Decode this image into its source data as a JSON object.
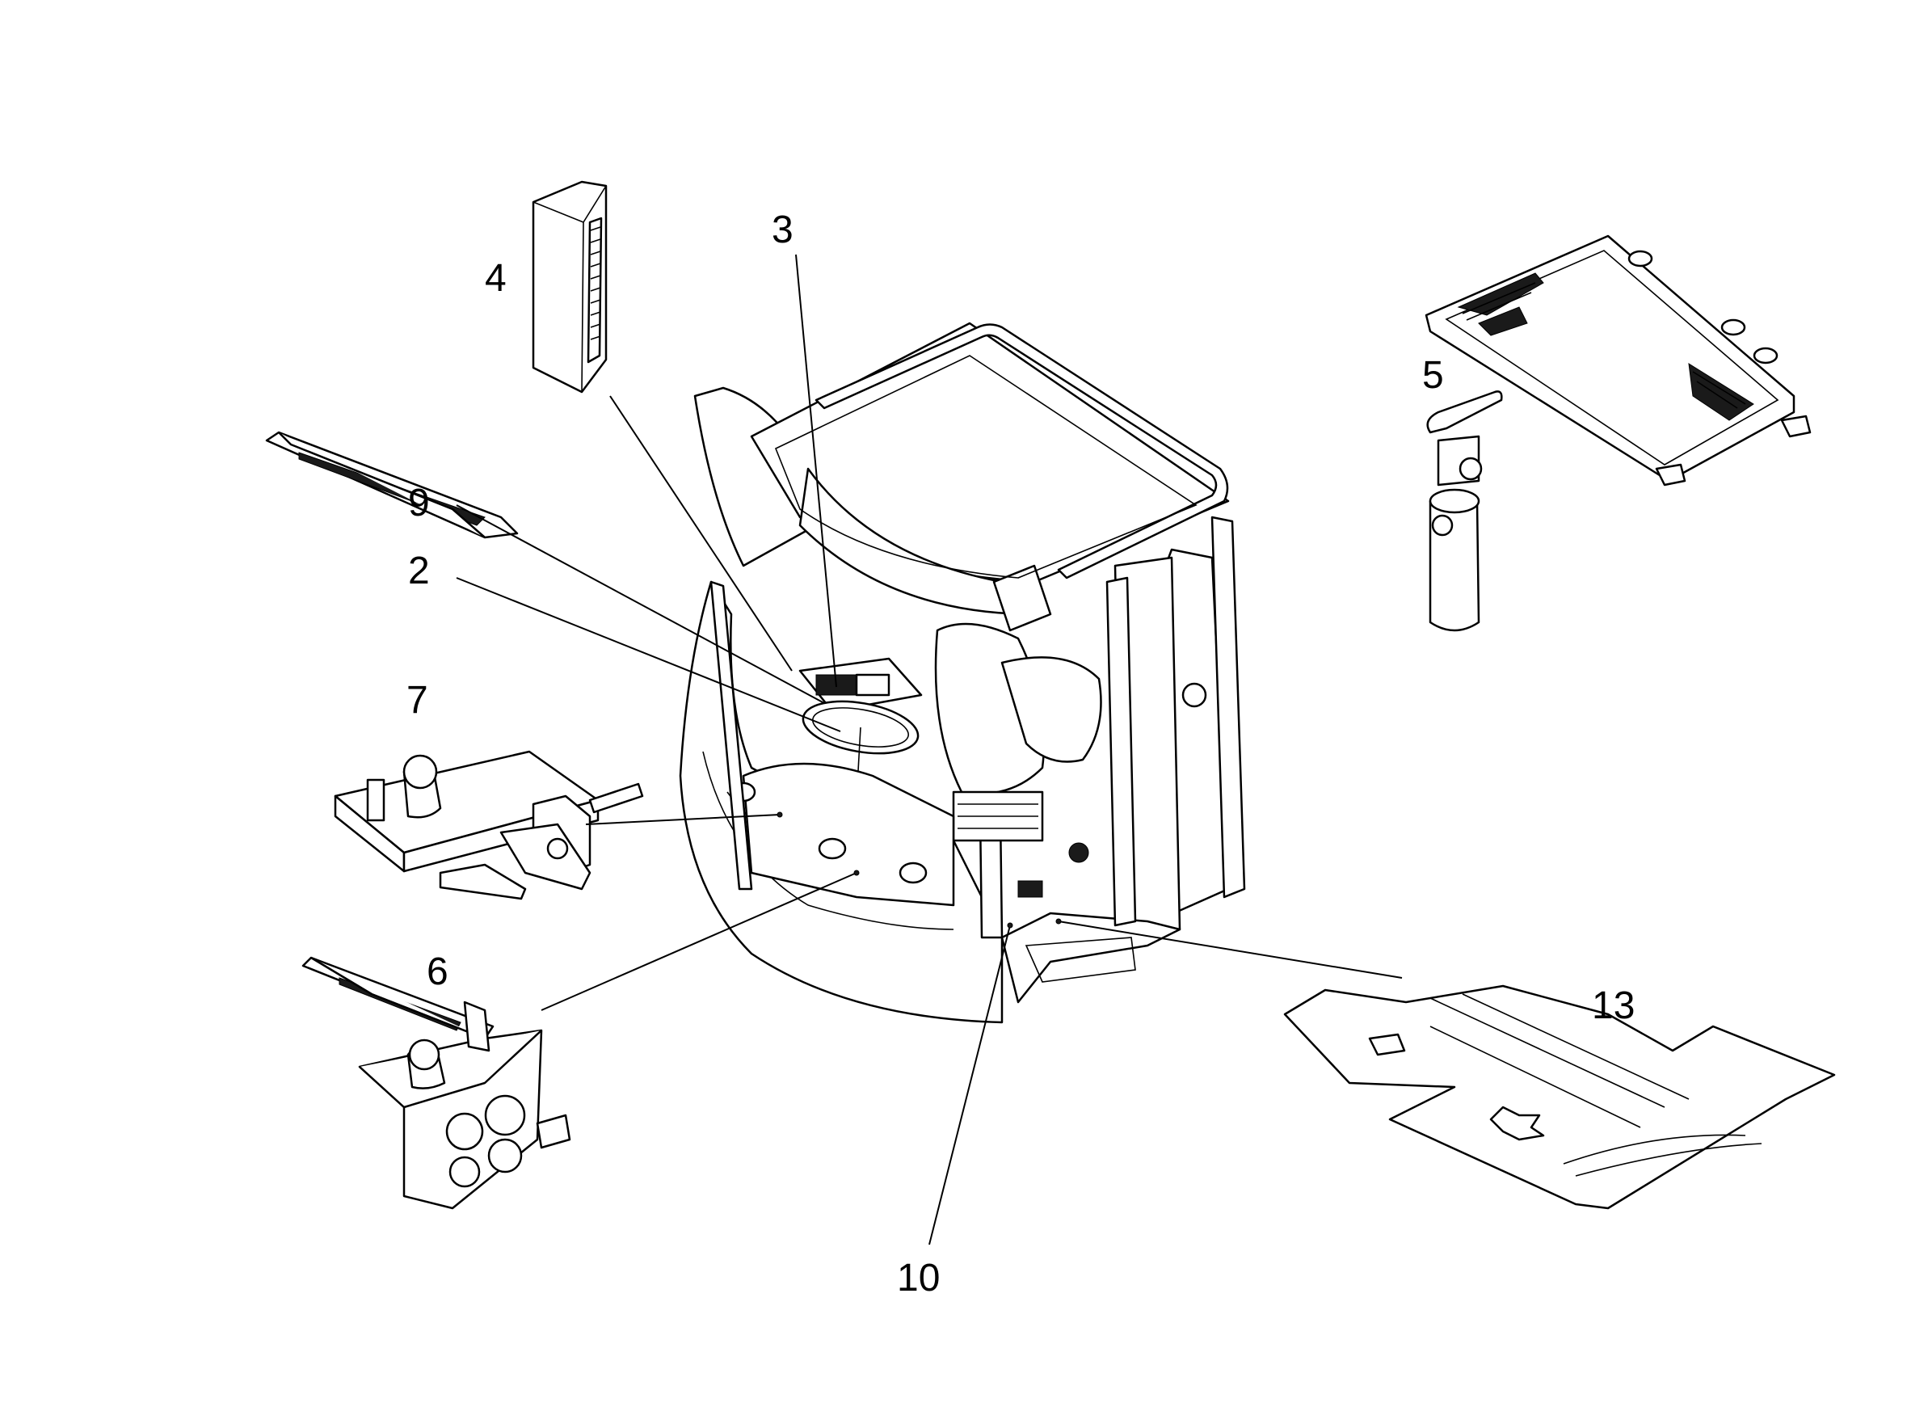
{
  "callouts": {
    "c2": "2",
    "c3": "3",
    "c4": "4",
    "c5": "5",
    "c6": "6",
    "c7": "7",
    "c9": "9",
    "c10": "10",
    "c13": "13"
  },
  "colors": {
    "line": "#000000",
    "background": "#ffffff"
  }
}
